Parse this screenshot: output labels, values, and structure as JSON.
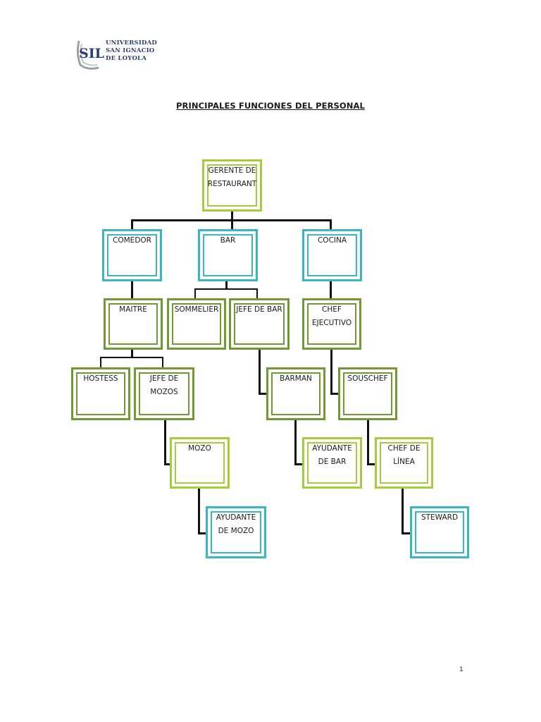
{
  "header": {
    "logo": {
      "initials": "SIL",
      "line1": "UNIVERSIDAD",
      "line2": "SAN IGNACIO",
      "line3": "DE LOYOLA",
      "color": "#2f3e74"
    }
  },
  "document": {
    "title": "PRINCIPALES FUNCIONES DEL PERSONAL",
    "page_number": "1"
  },
  "colors": {
    "light_green": "#a3cd39",
    "dark_green": "#6f9a31",
    "teal": "#37b7c3",
    "connector": "#111111"
  },
  "org_chart": {
    "gerente": "GERENTE DE RESTAURANT",
    "comedor": "COMEDOR",
    "bar": "BAR",
    "cocina": "COCINA",
    "maitre": "MAITRE",
    "sommelier": "SOMMELIER",
    "jefe_de_bar": "JEFE DE BAR",
    "chef_ejecutivo": "CHEF EJECUTIVO",
    "hostess": "HOSTESS",
    "jefe_de_mozos": "JEFE DE MOZOS",
    "barman": "BARMAN",
    "souschef": "SOUSCHEF",
    "mozo": "MOZO",
    "ayudante_de_bar": "AYUDANTE DE BAR",
    "chef_de_linea": "CHEF DE LÍNEA",
    "ayudante_de_mozo": "AYUDANTE DE MOZO",
    "steward": "STEWARD"
  }
}
